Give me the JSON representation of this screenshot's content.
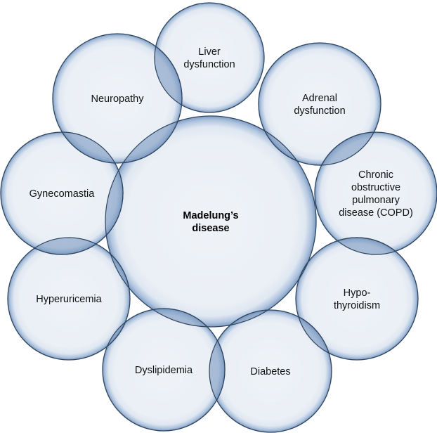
{
  "diagram": {
    "type": "radial-venn",
    "center": {
      "id": "madelungs-disease",
      "label_lines": [
        "Madelung’s",
        "disease"
      ]
    },
    "satellites": [
      {
        "id": "liver-dysfunction",
        "label_lines": [
          "Liver",
          "dysfunction"
        ]
      },
      {
        "id": "adrenal-dysfunction",
        "label_lines": [
          "Adrenal",
          "dysfunction"
        ]
      },
      {
        "id": "copd",
        "label_lines": [
          "Chronic",
          "obstructive",
          "pulmonary",
          "disease (COPD)"
        ]
      },
      {
        "id": "hypothyroidism",
        "label_lines": [
          "Hypo-",
          "thyroidism"
        ]
      },
      {
        "id": "diabetes",
        "label_lines": [
          "Diabetes"
        ]
      },
      {
        "id": "dyslipidemia",
        "label_lines": [
          "Dyslipidemia"
        ]
      },
      {
        "id": "hyperuricemia",
        "label_lines": [
          "Hyperuricemia"
        ]
      },
      {
        "id": "gynecomastia",
        "label_lines": [
          "Gynecomastia"
        ]
      },
      {
        "id": "neuropathy",
        "label_lines": [
          "Neuropathy"
        ]
      }
    ],
    "colors": {
      "fill": "#eaf0f6",
      "rim": "#7f9fc6",
      "stroke": "#2f4560",
      "overlap": "#7795bd",
      "text": "#111111"
    }
  }
}
